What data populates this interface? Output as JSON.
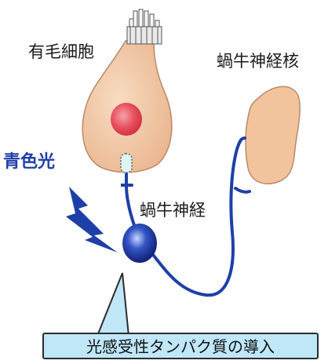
{
  "labels": {
    "hair_cell": "有毛細胞",
    "cochlear_nucleus": "蝸牛神経核",
    "cochlear_nerve": "蝸牛神経",
    "blue_light": "青色光",
    "callout": "光感受性タンパク質の導入"
  },
  "colors": {
    "cell_fill": "#f3c9a5",
    "nucleus_red": "#e8505e",
    "nerve_blue": "#1f3fa8",
    "callout_fill": "#bfe7f8"
  },
  "icons": [
    "stereocilia-bundle",
    "lightning-bolt-icon"
  ]
}
